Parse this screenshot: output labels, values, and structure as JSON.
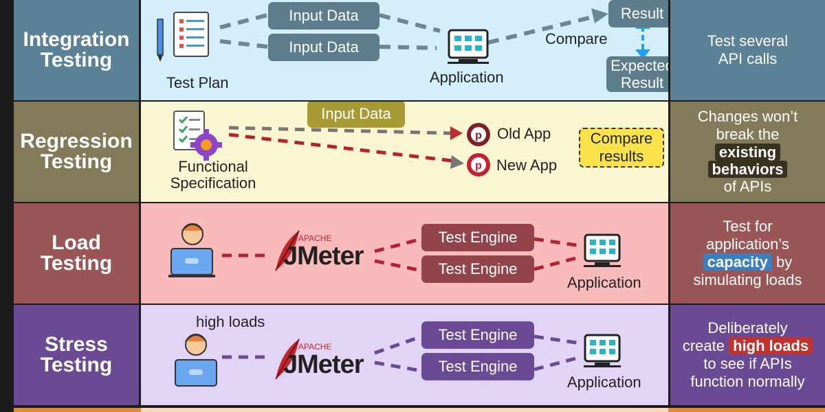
{
  "rows": [
    {
      "label_line1": "Integration",
      "label_line2": "Testing",
      "test_plan": "Test Plan",
      "input_data_1": "Input Data",
      "input_data_2": "Input Data",
      "application": "Application",
      "compare": "Compare",
      "result": "Result",
      "expected_line1": "Expected",
      "expected_line2": "Result",
      "desc_line1": "Test several",
      "desc_line2": "API calls"
    },
    {
      "label_line1": "Regression",
      "label_line2": "Testing",
      "spec_line1": "Functional",
      "spec_line2": "Specification",
      "input_data": "Input Data",
      "old_app": "Old App",
      "new_app": "New App",
      "compare_line1": "Compare",
      "compare_line2": "results",
      "desc_line1": "Changes won’t",
      "desc_line2": "break the",
      "desc_hl1": "existing",
      "desc_hl2": "behaviors",
      "desc_line3": "of APIs"
    },
    {
      "label_line1": "Load",
      "label_line2": "Testing",
      "jmeter_small": "APACHE",
      "jmeter": "JMeter",
      "engine_1": "Test Engine",
      "engine_2": "Test Engine",
      "application": "Application",
      "desc_line1": "Test for",
      "desc_line2": "application’s",
      "desc_hl": "capacity",
      "desc_by": " by",
      "desc_line4": "simulating loads"
    },
    {
      "label_line1": "Stress",
      "label_line2": "Testing",
      "high_loads": "high loads",
      "jmeter_small": "APACHE",
      "jmeter": "JMeter",
      "engine_1": "Test Engine",
      "engine_2": "Test Engine",
      "application": "Application",
      "desc_line1": "Deliberately",
      "desc_pre": "create ",
      "desc_hl": "high loads",
      "desc_line3": "to see if APIs",
      "desc_line4": "function normally"
    }
  ],
  "colors": {
    "integration_dark": "#5a8196",
    "integration_light": "#d4effa",
    "regression_dark": "#827a58",
    "regression_light": "#fbf6d2",
    "load_dark": "#9a5656",
    "load_light": "#f9babb",
    "stress_dark": "#6a4a94",
    "stress_light": "#e2d4f5"
  }
}
